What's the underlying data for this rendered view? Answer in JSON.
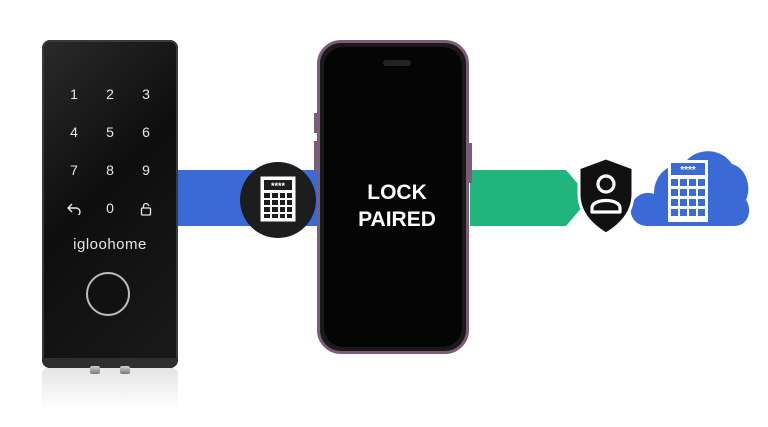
{
  "lock": {
    "keys": [
      "1",
      "2",
      "3",
      "4",
      "5",
      "6",
      "7",
      "8",
      "9",
      "back-arrow-icon",
      "0",
      "lock-icon"
    ],
    "brand": "igloohome"
  },
  "phone": {
    "line1": "LOCK",
    "line2": "PAIRED"
  },
  "badges": {
    "keypad_text": "****",
    "cloud_keypad_text": "****"
  },
  "colors": {
    "blue": "#3a6ad6",
    "green": "#1fb57c",
    "dark": "#1d1d1d",
    "phone_frame": "#7b5c7a"
  }
}
